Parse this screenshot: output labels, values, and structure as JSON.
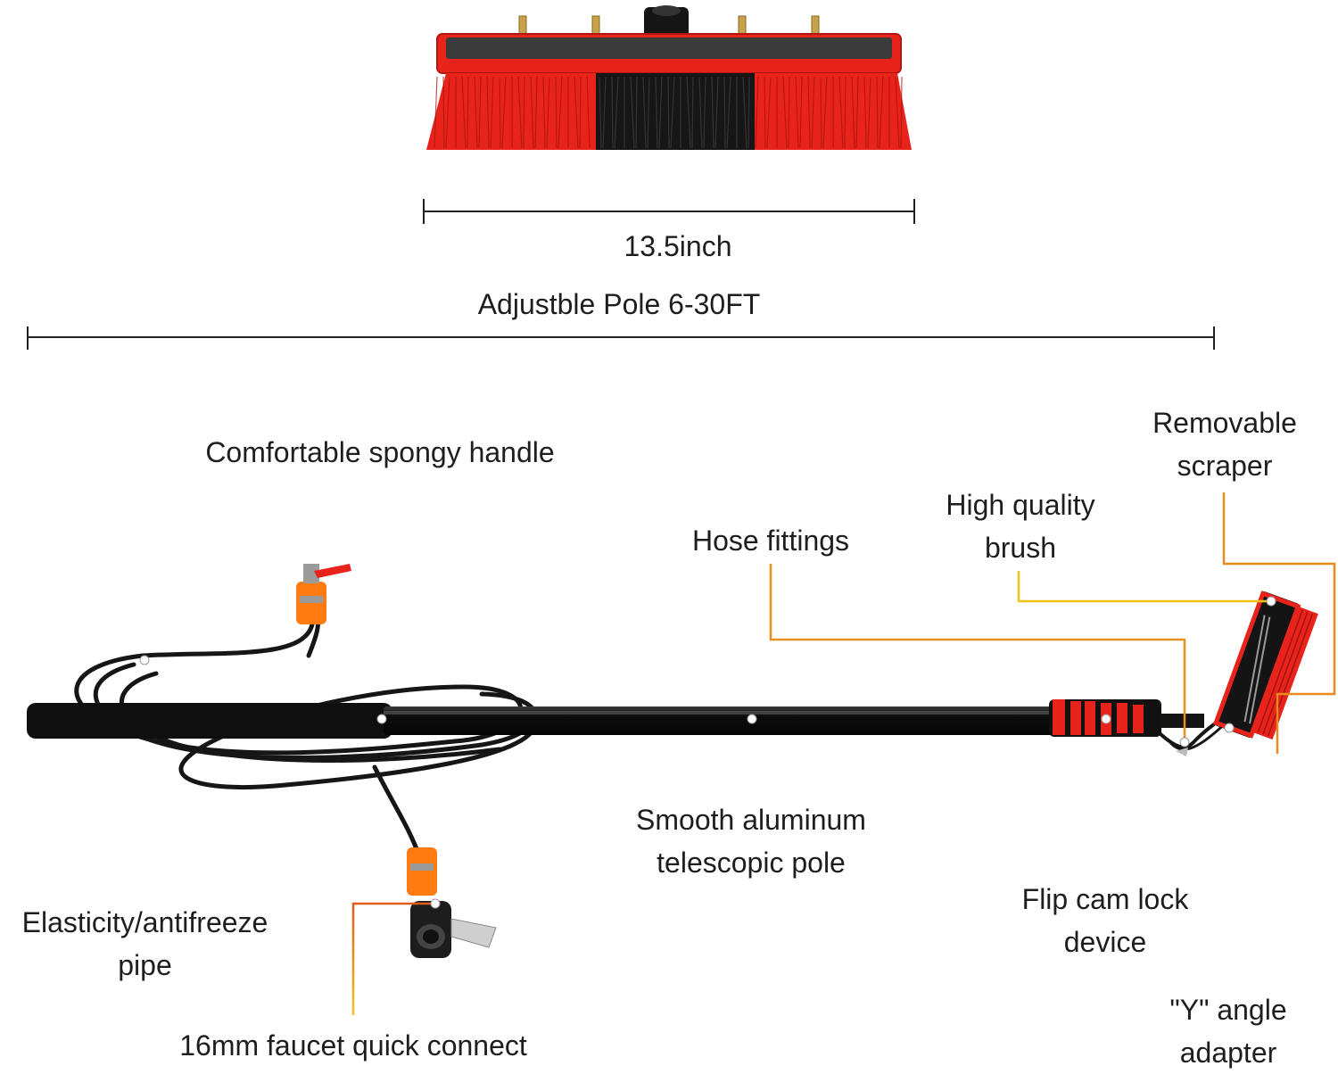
{
  "brush_width_label": "13.5inch",
  "pole_length_label": "Adjustble Pole 6-30FT",
  "callouts": {
    "handle": [
      "Comfortable spongy handle"
    ],
    "hose_fittings": [
      "Hose fittings"
    ],
    "brush": [
      "High quality",
      "brush"
    ],
    "scraper": [
      "Removable",
      "scraper"
    ],
    "pipe": [
      "Elasticity/antifreeze",
      "pipe"
    ],
    "pole": [
      "Smooth aluminum",
      "telescopic pole"
    ],
    "cam_lock": [
      "Flip cam lock",
      "device"
    ],
    "adapter": [
      "\"Y\" angle",
      "adapter"
    ],
    "faucet": [
      "16mm faucet quick connect"
    ]
  },
  "colors": {
    "bristle_red": "#e8231c",
    "bristle_black": "#161616",
    "pole": "#111111",
    "leader_orange": "#e0801e",
    "leader_yellow": "#f0c419"
  }
}
